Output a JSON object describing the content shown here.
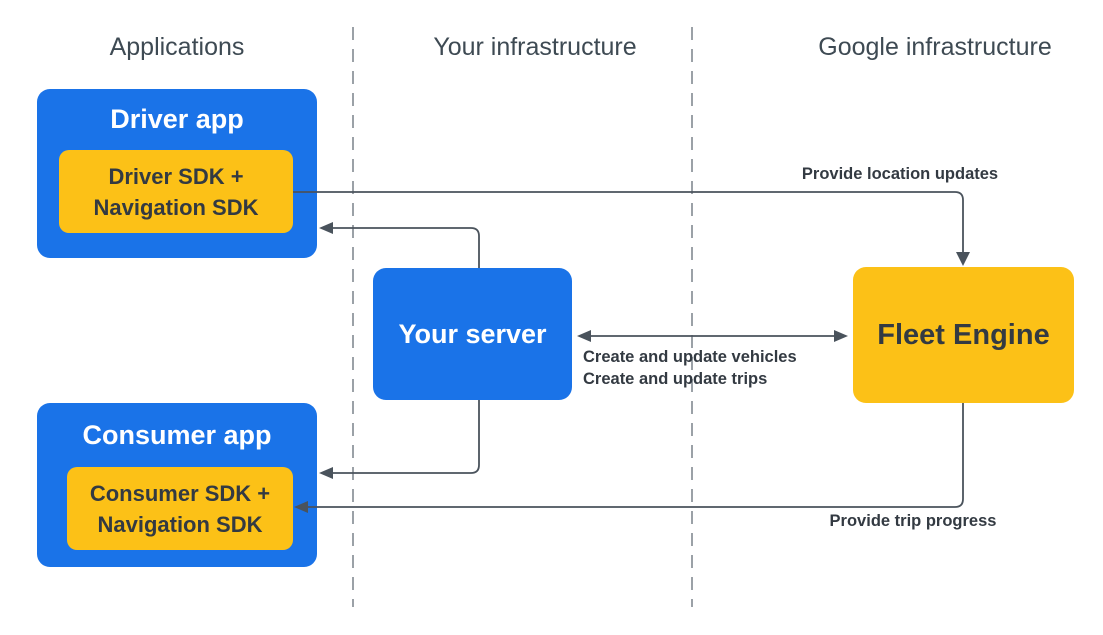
{
  "colors": {
    "blue": "#1a73e8",
    "yellow": "#fcc117",
    "line": "#4a535c",
    "divider": "#9ba1a7",
    "header_text": "#3e4a53",
    "dark_text": "#333a42"
  },
  "headers": {
    "applications": "Applications",
    "your_infrastructure": "Your infrastructure",
    "google_infrastructure": "Google infrastructure"
  },
  "nodes": {
    "driver_app": {
      "title": "Driver app",
      "sdk": "Driver SDK +\nNavigation SDK"
    },
    "consumer_app": {
      "title": "Consumer app",
      "sdk": "Consumer SDK +\nNavigation SDK"
    },
    "your_server": {
      "title": "Your server"
    },
    "fleet_engine": {
      "title": "Fleet Engine"
    }
  },
  "edges": {
    "provide_location_updates": "Provide location updates",
    "create_update_vehicles": "Create and update vehicles",
    "create_update_trips": "Create and update trips",
    "provide_trip_progress": "Provide trip progress"
  }
}
